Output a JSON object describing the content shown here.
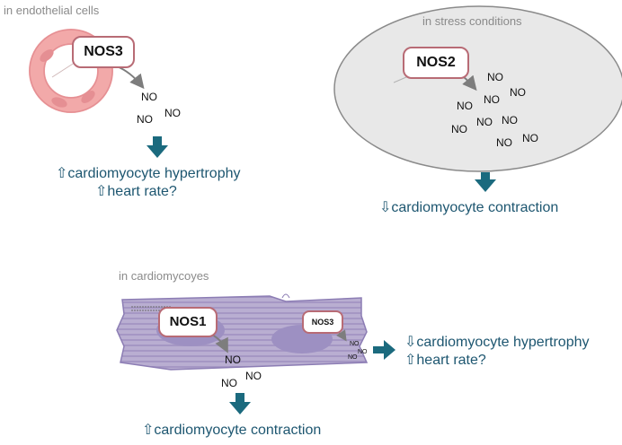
{
  "colors": {
    "teal_arrow": "#1b6a7e",
    "effect_text": "#1d5670",
    "nos_border": "#b86b75",
    "cell_fill": "#b3a6cc",
    "endothelial": "#f2a9a9"
  },
  "panel_endothelial": {
    "label": "in endothelial cells",
    "enzyme": "NOS3",
    "no_labels": [
      "NO",
      "NO",
      "NO"
    ],
    "effect_line1": "⇧cardiomyocyte hypertrophy",
    "effect_line2": "⇧heart rate?"
  },
  "panel_stress": {
    "label": "in stress conditions",
    "enzyme": "NOS2",
    "no_labels": [
      "NO",
      "NO",
      "NO",
      "NO",
      "NO",
      "NO",
      "NO",
      "NO",
      "NO"
    ],
    "effect_line1": "⇩cardiomyocyte contraction"
  },
  "panel_cardiomyocytes": {
    "label": "in cardiomycoyes",
    "enzyme_main": "NOS1",
    "enzyme_secondary": "NOS3",
    "no_labels_main": [
      "NO",
      "NO",
      "NO"
    ],
    "no_labels_small": [
      "NO",
      "NO",
      "NO"
    ],
    "effect_right_line1": "⇩cardiomyocyte hypertrophy",
    "effect_right_line2": "⇧heart rate?",
    "effect_bottom": "⇧cardiomyocyte contraction"
  }
}
